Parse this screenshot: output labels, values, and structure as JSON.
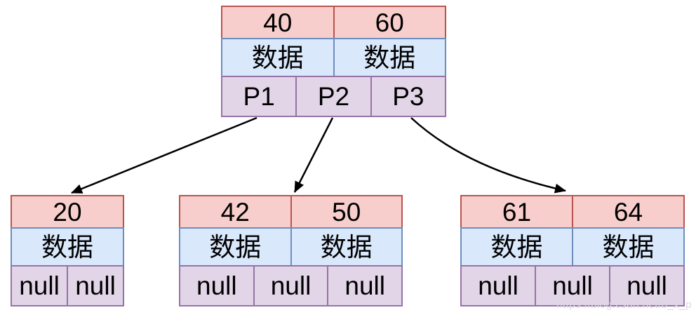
{
  "diagram": {
    "type": "b-tree",
    "root": {
      "keys": [
        "40",
        "60"
      ],
      "data": [
        "数据",
        "数据"
      ],
      "pointers": [
        "P1",
        "P2",
        "P3"
      ]
    },
    "children": [
      {
        "keys": [
          "20"
        ],
        "data": [
          "数据"
        ],
        "pointers": [
          "null",
          "null"
        ]
      },
      {
        "keys": [
          "42",
          "50"
        ],
        "data": [
          "数据",
          "数据"
        ],
        "pointers": [
          "null",
          "null",
          "null"
        ]
      },
      {
        "keys": [
          "61",
          "64"
        ],
        "data": [
          "数据",
          "数据"
        ],
        "pointers": [
          "null",
          "null",
          "null"
        ]
      }
    ],
    "edges": [
      {
        "from": "P1",
        "to": "child-left"
      },
      {
        "from": "P2",
        "to": "child-middle"
      },
      {
        "from": "P3",
        "to": "child-right"
      }
    ],
    "colors": {
      "key_fill": "#f8cecc",
      "key_stroke": "#b85450",
      "data_fill": "#dae8fc",
      "data_stroke": "#6c8ebf",
      "pointer_fill": "#e1d5e7",
      "pointer_stroke": "#9673a6",
      "arrow": "#000000",
      "text": "#000000"
    }
  },
  "watermark": {
    "text": "https://blog.csdn.net/b_x_p",
    "color": "#dcd8e3"
  }
}
